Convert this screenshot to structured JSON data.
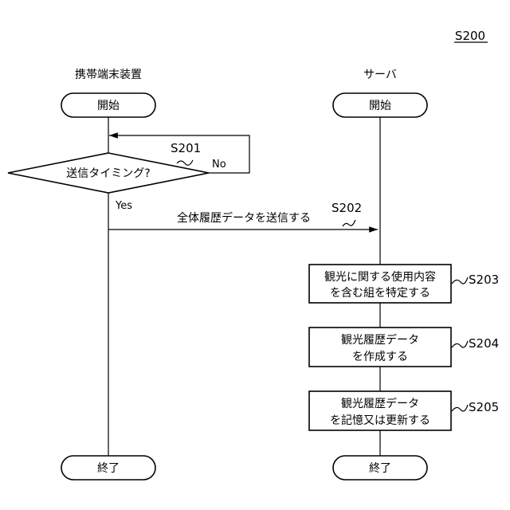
{
  "figure_label": "S200",
  "lanes": {
    "left": {
      "title": "携帯端末装置",
      "start": "開始",
      "end": "終了"
    },
    "right": {
      "title": "サーバ",
      "start": "開始",
      "end": "終了"
    }
  },
  "decision": {
    "text": "送信タイミング?",
    "step": "S201",
    "no_label": "No",
    "yes_label": "Yes"
  },
  "message": {
    "text": "全体履歴データを送信する",
    "step": "S202"
  },
  "processes": [
    {
      "step": "S203",
      "lines": [
        "観光に関する使用内容",
        "を含む組を特定する"
      ]
    },
    {
      "step": "S204",
      "lines": [
        "観光履歴データ",
        "を作成する"
      ]
    },
    {
      "step": "S205",
      "lines": [
        "観光履歴データ",
        "を記憶又は更新する"
      ]
    }
  ]
}
